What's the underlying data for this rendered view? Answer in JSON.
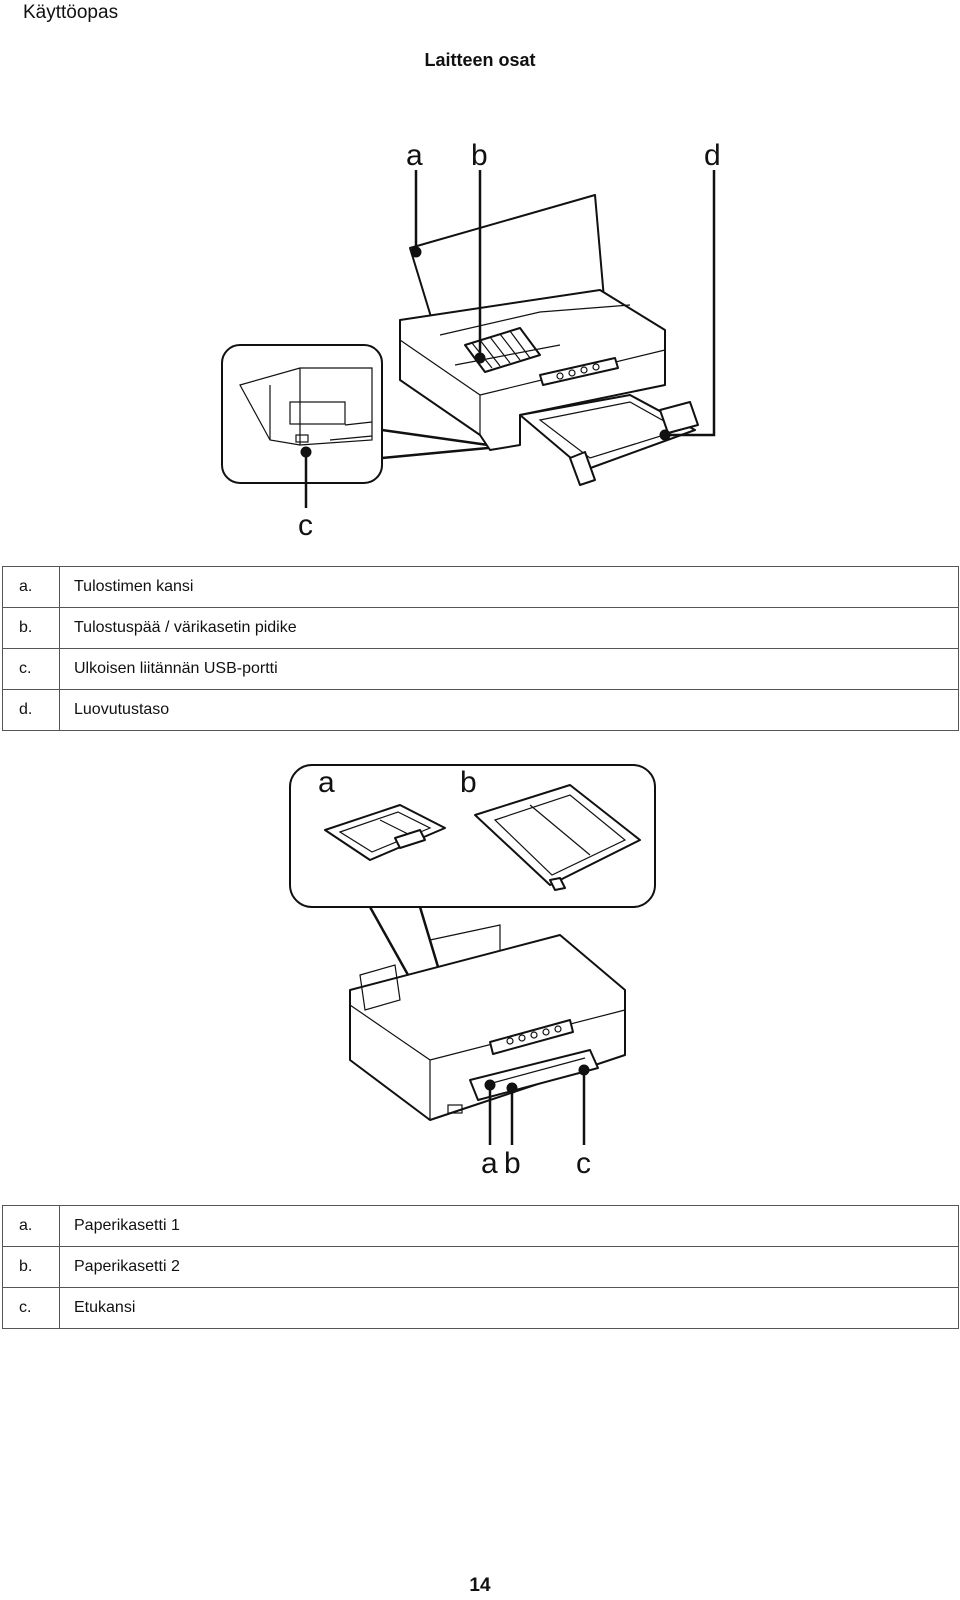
{
  "header": {
    "title": "Käyttöopas"
  },
  "section": {
    "title": "Laitteen osat"
  },
  "figure1": {
    "callouts": [
      "a",
      "b",
      "c",
      "d"
    ],
    "legend": [
      {
        "key": "a.",
        "text": "Tulostimen kansi"
      },
      {
        "key": "b.",
        "text": "Tulostuspää / värikasetin pidike"
      },
      {
        "key": "c.",
        "text": "Ulkoisen liitännän USB-portti"
      },
      {
        "key": "d.",
        "text": "Luovutustaso"
      }
    ]
  },
  "figure2": {
    "callouts": [
      "a",
      "b",
      "a",
      "b",
      "c"
    ],
    "legend": [
      {
        "key": "a.",
        "text": "Paperikasetti 1"
      },
      {
        "key": "b.",
        "text": "Paperikasetti 2"
      },
      {
        "key": "c.",
        "text": "Etukansi"
      }
    ]
  },
  "footer": {
    "page_number": "14"
  }
}
